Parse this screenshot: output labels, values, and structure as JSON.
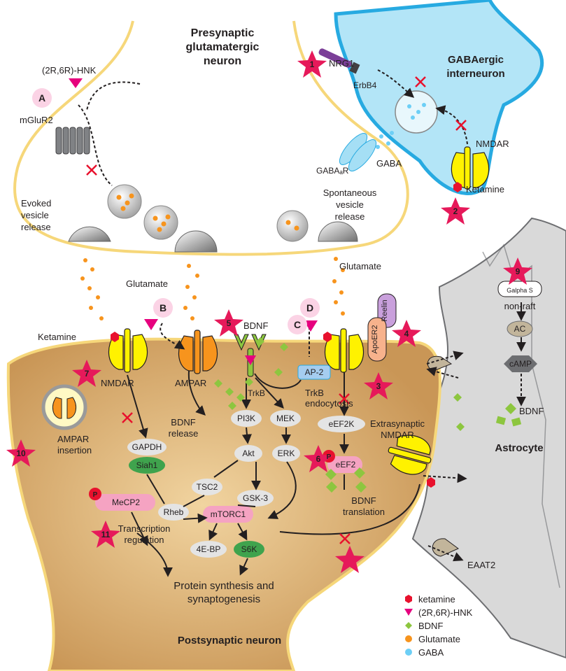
{
  "neurons": {
    "presynaptic": [
      "Presynaptic",
      "glutamatergic",
      "neuron"
    ],
    "gaba_interneuron": [
      "GABAergic",
      "interneuron"
    ],
    "postsynaptic": "Postsynaptic neuron",
    "astrocyte": "Astrocyte"
  },
  "labels": {
    "hnk_top": "(2R,6R)-HNK",
    "mglur2": "mGluR2",
    "evoked": [
      "Evoked",
      "vesicle",
      "release"
    ],
    "spontaneous": [
      "Spontaneous",
      "vesicle",
      "release"
    ],
    "glutamate_left": "Glutamate",
    "glutamate_right": "Glutamate",
    "gabaar": "GABAₐR",
    "gaba": "GABA",
    "nrg1": "NRG1",
    "erbb4": "ErbB4",
    "nmdar_inter": "NMDAR",
    "ketamine_inter": "Ketamine",
    "ketamine_post": "Ketamine",
    "nmdar_post": "NMDAR",
    "ampar": "AMPAR",
    "bdnf_top": "BDNF",
    "trkb": "TrkB",
    "ap2": "AP-2",
    "trkb_endo": [
      "TrkB",
      "endocytosis"
    ],
    "reelin": "Reelin",
    "apoer2": "ApoER2",
    "bdnf_release": [
      "BDNF",
      "release"
    ],
    "pi3k": "PI3K",
    "mek": "MEK",
    "akt": "Akt",
    "erk": "ERK",
    "tsc2": "TSC2",
    "gsk3": "GSK-3",
    "rheb": "Rheb",
    "mtorc1": "mTORC1",
    "ebp": "4E-BP",
    "s6k": "S6K",
    "gapdh": "GAPDH",
    "siah1": "Siah1",
    "mecp2": "MeCP2",
    "transcription": [
      "Transcription",
      "regulation"
    ],
    "protein": [
      "Protein synthesis and",
      "synaptogenesis"
    ],
    "eef2k": "eEF2K",
    "eef2": "eEF2",
    "bdnf_translation": [
      "BDNF",
      "translation"
    ],
    "extrasyn": [
      "Extrasynaptic",
      "NMDAR"
    ],
    "ampar_insertion": [
      "AMPAR",
      "insertion"
    ],
    "eaat2": "EAAT2",
    "galpha": "Galpha S",
    "nonraft": "non-raft",
    "ac": "AC",
    "camp": "cAMP",
    "bdnf_astro": "BDNF",
    "p_symbol": "P"
  },
  "letters": [
    "A",
    "B",
    "C",
    "D"
  ],
  "stars": [
    "1",
    "2",
    "3",
    "4",
    "5",
    "6",
    "7",
    "9",
    "10",
    "11"
  ],
  "legend": [
    {
      "label": "ketamine",
      "symbol": "hexagon",
      "color": "#e8112d"
    },
    {
      "label": "(2R,6R)-HNK",
      "symbol": "triangle",
      "color": "#e6007e"
    },
    {
      "label": "BDNF",
      "symbol": "diamond",
      "color": "#8dc63f"
    },
    {
      "label": "Glutamate",
      "symbol": "circle",
      "color": "#f7941d"
    },
    {
      "label": "GABA",
      "symbol": "circle",
      "color": "#6dcff6"
    }
  ],
  "colors": {
    "membrane": "#f6d77a",
    "postsynaptic_fill": "#d8ab6d",
    "interneuron_fill": "#b3e5f7",
    "interneuron_border": "#27aae1",
    "astrocyte_fill": "#d9d9d9",
    "star": "#e6195a",
    "node_grey": "#e4e4e4",
    "node_pink": "#f5a3c2",
    "node_green": "#3fa34d",
    "node_blue": "#a5cdf0"
  }
}
